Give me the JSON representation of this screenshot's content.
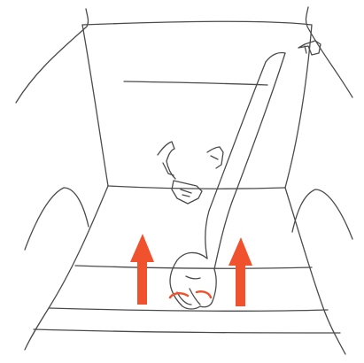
{
  "illustration": {
    "colors": {
      "line": "#4b4b4b",
      "arrow": "#f0522d",
      "background": "#ffffff"
    },
    "icons": [
      "seat-illustration",
      "arm-illustration",
      "hand-pulling-strap-illustration",
      "up-arrow-icon"
    ]
  }
}
